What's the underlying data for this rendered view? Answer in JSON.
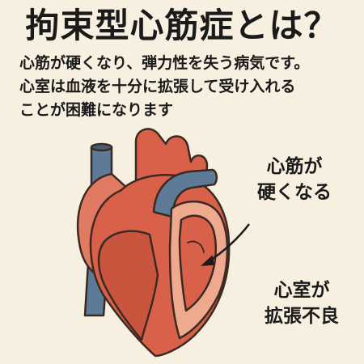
{
  "title": "拘束型心筋症とは？",
  "description": [
    "心筋が硬くなり、弾力性を失う病気です。",
    "心室は血液を十分に拡張して受け入れる",
    "ことが困難になります"
  ],
  "callouts": {
    "stiff_muscle": [
      "心筋が",
      "硬くなる"
    ],
    "poor_dilation": [
      "心室が",
      "拡張不良"
    ]
  },
  "colors": {
    "background": "#f7efe0",
    "heart_muscle": "#d9614a",
    "heart_dark": "#a63e2e",
    "heart_light": "#eea98e",
    "vessel_blue": "#5d7a97",
    "outline": "#3a2a22"
  }
}
